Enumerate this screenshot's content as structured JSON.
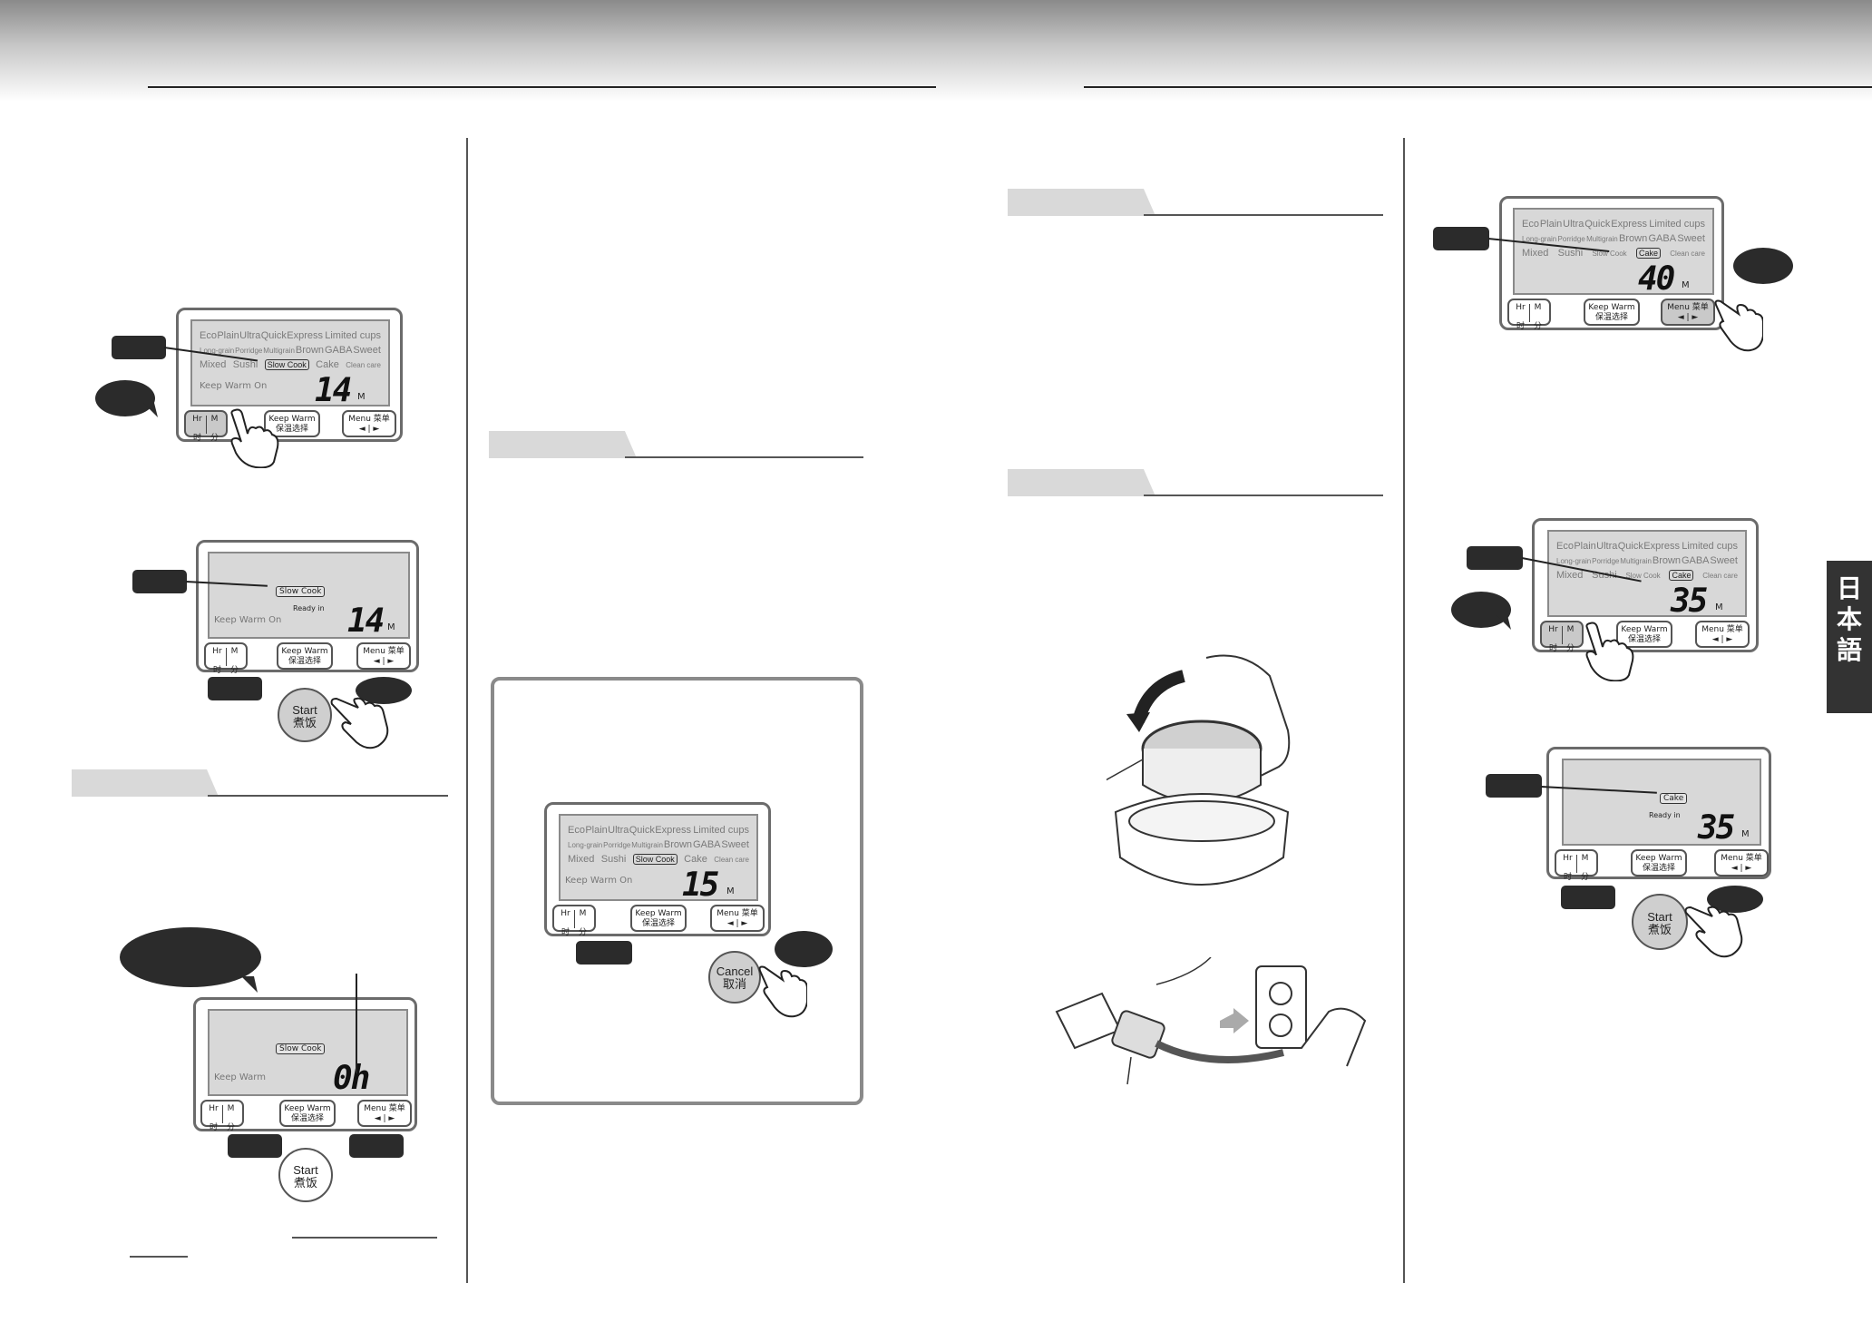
{
  "side_tab": {
    "label": "日本語"
  },
  "menu_rows": [
    [
      "Eco",
      "Plain",
      "Ultra",
      "Quick",
      "Express",
      "Limited cups"
    ],
    [
      "Long-grain",
      "Porridge",
      "Multigrain",
      "Brown",
      "GABA",
      "Sweet"
    ],
    [
      "Mixed",
      "Sushi",
      "Slow Cook",
      "Cake",
      "Clean care"
    ]
  ],
  "buttons": {
    "hr": "Hr",
    "m": "M",
    "hr_cn": "时",
    "m_cn": "分",
    "keep_warm": "Keep Warm",
    "keep_warm_cn": "保温选择",
    "menu": "Menu",
    "menu_cn": "菜单",
    "arrows": "◄ | ►",
    "start": "Start",
    "start_cn": "煮饭",
    "cancel": "Cancel",
    "cancel_cn": "取消"
  },
  "displays": {
    "d1": {
      "digits": "14",
      "unit": "M",
      "keep_warm": "Keep Warm On",
      "selected": "Slow Cook"
    },
    "d2": {
      "digits": "14",
      "unit": "M",
      "keep_warm": "Keep Warm On",
      "ready": "Ready in",
      "selected": "Slow Cook"
    },
    "d3": {
      "digits": "0h",
      "keep_warm": "Keep Warm",
      "selected": "Slow Cook"
    },
    "d4": {
      "digits": "15",
      "unit": "M",
      "keep_warm": "Keep Warm On",
      "selected": "Slow Cook"
    },
    "d5": {
      "digits": "40",
      "unit": "M",
      "selected": "Cake"
    },
    "d6": {
      "digits": "35",
      "unit": "M",
      "selected": "Cake"
    },
    "d7": {
      "digits": "35",
      "unit": "M",
      "ready": "Ready in",
      "selected": "Cake"
    }
  }
}
